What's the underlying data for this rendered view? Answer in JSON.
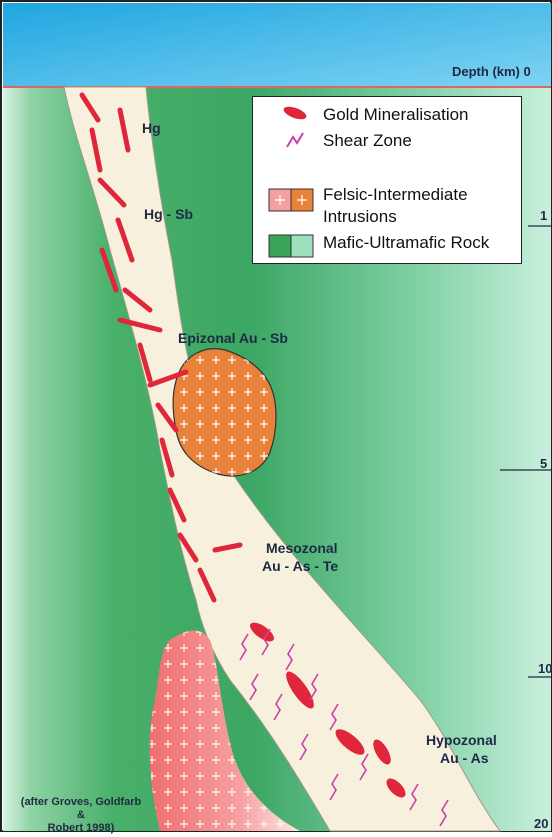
{
  "depth_axis": {
    "title": "Depth (km) 0",
    "ticks": [
      "1",
      "5",
      "10",
      "20"
    ]
  },
  "zones": {
    "hg": "Hg",
    "hg_sb": "Hg - Sb",
    "epizonal": "Epizonal Au - Sb",
    "mesozonal_line1": "Mesozonal",
    "mesozonal_line2": "Au - As - Te",
    "hypozonal_line1": "Hypozonal",
    "hypozonal_line2": "Au - As"
  },
  "legend": {
    "gold": "Gold Mineralisation",
    "shear": "Shear Zone",
    "felsic_line1": "Felsic-Intermediate",
    "felsic_line2": "Intrusions",
    "mafic": "Mafic-Ultramafic Rock"
  },
  "citation": {
    "line1": "(after Groves, Goldfarb &",
    "line2": "Robert 1998)"
  },
  "colors": {
    "sky": "#3bb6e8",
    "mafic_dark": "#3aa457",
    "mafic_light": "#c8efdc",
    "shear_zone": "#f7f0dc",
    "felsic_intrusion": "#e8823a",
    "deep_intrusion": "#f07a78",
    "gold": "#e0263a",
    "shear_symbol": "#cc3fa8"
  }
}
